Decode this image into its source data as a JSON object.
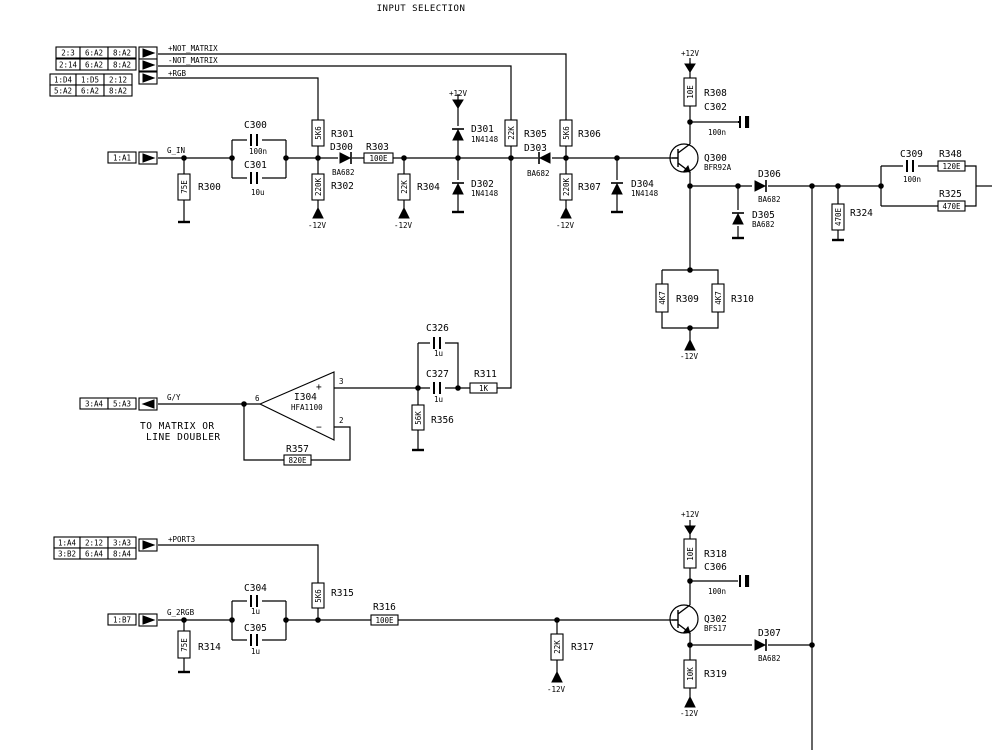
{
  "title": "INPUT SELECTION",
  "note": {
    "line1": "TO MATRIX OR",
    "line2": "LINE DOUBLER"
  },
  "ports": {
    "not_matrix_p": {
      "refs": [
        "2:3",
        "6:A2",
        "8:A2"
      ],
      "net": "+NOT_MATRIX"
    },
    "not_matrix_n": {
      "refs": [
        "2:14",
        "6:A2",
        "8:A2"
      ],
      "net": "-NOT_MATRIX"
    },
    "rgb": {
      "refs_top": [
        "1:D4",
        "1:D5",
        "2:12"
      ],
      "refs_bottom": [
        "5:A2",
        "6:A2",
        "8:A2"
      ],
      "net": "+RGB"
    },
    "g_in": {
      "refs": [
        "1:A1"
      ],
      "net": "G_IN"
    },
    "g_y": {
      "refs": [
        "3:A4",
        "5:A3"
      ],
      "net": "G/Y"
    },
    "port3": {
      "refs_top": [
        "1:A4",
        "2:12",
        "3:A3"
      ],
      "refs_bottom": [
        "3:B2",
        "6:A4",
        "8:A4"
      ],
      "net": "+PORT3"
    },
    "g_2rgb": {
      "refs": [
        "1:B7"
      ],
      "net": "G_2RGB"
    }
  },
  "rails": {
    "pos": "+12V",
    "neg": "-12V"
  },
  "resistors": {
    "R300": {
      "ref": "R300",
      "value": "75E"
    },
    "R301": {
      "ref": "R301",
      "value": "5K6"
    },
    "R302": {
      "ref": "R302",
      "value": "220K"
    },
    "R303": {
      "ref": "R303",
      "value": "100E"
    },
    "R304": {
      "ref": "R304",
      "value": "22K"
    },
    "R305": {
      "ref": "R305",
      "value": "22K"
    },
    "R306": {
      "ref": "R306",
      "value": "5K6"
    },
    "R307": {
      "ref": "R307",
      "value": "220K"
    },
    "R308": {
      "ref": "R308",
      "value": "10E"
    },
    "R309": {
      "ref": "R309",
      "value": "4K7"
    },
    "R310": {
      "ref": "R310",
      "value": "4K7"
    },
    "R311": {
      "ref": "R311",
      "value": "1K"
    },
    "R324": {
      "ref": "R324",
      "value": "470E"
    },
    "R325": {
      "ref": "R325",
      "value": "470E"
    },
    "R348": {
      "ref": "R348",
      "value": "120E"
    },
    "R356": {
      "ref": "R356",
      "value": "56K"
    },
    "R357": {
      "ref": "R357",
      "value": "820E"
    },
    "R314": {
      "ref": "R314",
      "value": "75E"
    },
    "R315": {
      "ref": "R315",
      "value": "5K6"
    },
    "R316": {
      "ref": "R316",
      "value": "100E"
    },
    "R317": {
      "ref": "R317",
      "value": "22K"
    },
    "R318": {
      "ref": "R318",
      "value": "10E"
    },
    "R319": {
      "ref": "R319",
      "value": "10K"
    }
  },
  "capacitors": {
    "C300": {
      "ref": "C300",
      "value": "100n"
    },
    "C301": {
      "ref": "C301",
      "value": "10u"
    },
    "C302": {
      "ref": "C302",
      "value": "100n"
    },
    "C309": {
      "ref": "C309",
      "value": "100n"
    },
    "C326": {
      "ref": "C326",
      "value": "1u"
    },
    "C327": {
      "ref": "C327",
      "value": "1u"
    },
    "C304": {
      "ref": "C304",
      "value": "1u"
    },
    "C305": {
      "ref": "C305",
      "value": "1u"
    },
    "C306": {
      "ref": "C306",
      "value": "100n"
    }
  },
  "diodes": {
    "D300": {
      "ref": "D300",
      "value": "BA682"
    },
    "D301": {
      "ref": "D301",
      "value": "1N4148"
    },
    "D302": {
      "ref": "D302",
      "value": "1N4148"
    },
    "D303": {
      "ref": "D303",
      "value": "BA682"
    },
    "D304": {
      "ref": "D304",
      "value": "1N4148"
    },
    "D305": {
      "ref": "D305",
      "value": "BA682"
    },
    "D306": {
      "ref": "D306",
      "value": "BA682"
    },
    "D307": {
      "ref": "D307",
      "value": "BA682"
    }
  },
  "transistors": {
    "Q300": {
      "ref": "Q300",
      "value": "BFR92A"
    },
    "Q302": {
      "ref": "Q302",
      "value": "BFS17"
    }
  },
  "opamp": {
    "ref": "I304",
    "value": "HFA1100",
    "pin_out": "6",
    "pin_plus": "3",
    "pin_minus": "2",
    "sign_plus": "+",
    "sign_minus": "−"
  }
}
